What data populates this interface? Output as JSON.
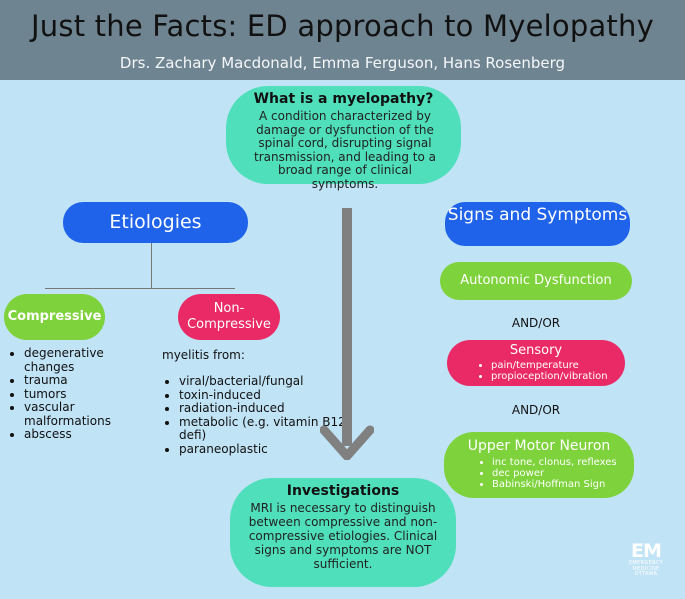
{
  "header": {
    "title": "Just the Facts: ED approach to Myelopathy",
    "authors": "Drs. Zachary Macdonald, Emma Ferguson, Hans Rosenberg"
  },
  "what": {
    "title": "What is a myelopathy?",
    "text": "A condition characterized by damage or dysfunction of the spinal cord, disrupting signal transmission, and leading to a broad range of clinical symptoms."
  },
  "etiologies": {
    "label": "Etiologies",
    "compressive": {
      "label": "Compressive",
      "items": [
        "degenerative changes",
        "trauma",
        "tumors",
        "vascular malformations",
        "abscess"
      ]
    },
    "non_compressive": {
      "label": "Non-Compressive",
      "intro": "myelitis from:",
      "items": [
        "viral/bacterial/fungal",
        "toxin-induced",
        "radiation-induced",
        "metabolic (e.g. vitamin B12 defi)",
        "paraneoplastic"
      ]
    }
  },
  "signs": {
    "label": "Signs and Symptoms",
    "autonomic": "Autonomic Dysfunction",
    "andor_1": "AND/OR",
    "sensory": {
      "title": "Sensory",
      "items": [
        "pain/temperature",
        "propioception/vibration"
      ]
    },
    "andor_2": "AND/OR",
    "umn": {
      "title": "Upper Motor Neuron",
      "items": [
        "inc tone, clonus, reflexes",
        "dec power",
        "Babinski/Hoffman Sign"
      ]
    }
  },
  "investigations": {
    "title": "Investigations",
    "text": "MRI is necessary to distinguish between compressive and non-compressive etiologies. Clinical signs and symptoms  are NOT sufficient."
  },
  "logo": {
    "mark": "EM",
    "text": "EMERGENCY MEDICINE OTTAWA"
  },
  "colors": {
    "background": "#c0e3f6",
    "header": "#6f8491",
    "teal": "#4fdfba",
    "blue": "#1f63ea",
    "green": "#7ed23b",
    "pink": "#ea2a67",
    "arrow": "#808080"
  }
}
